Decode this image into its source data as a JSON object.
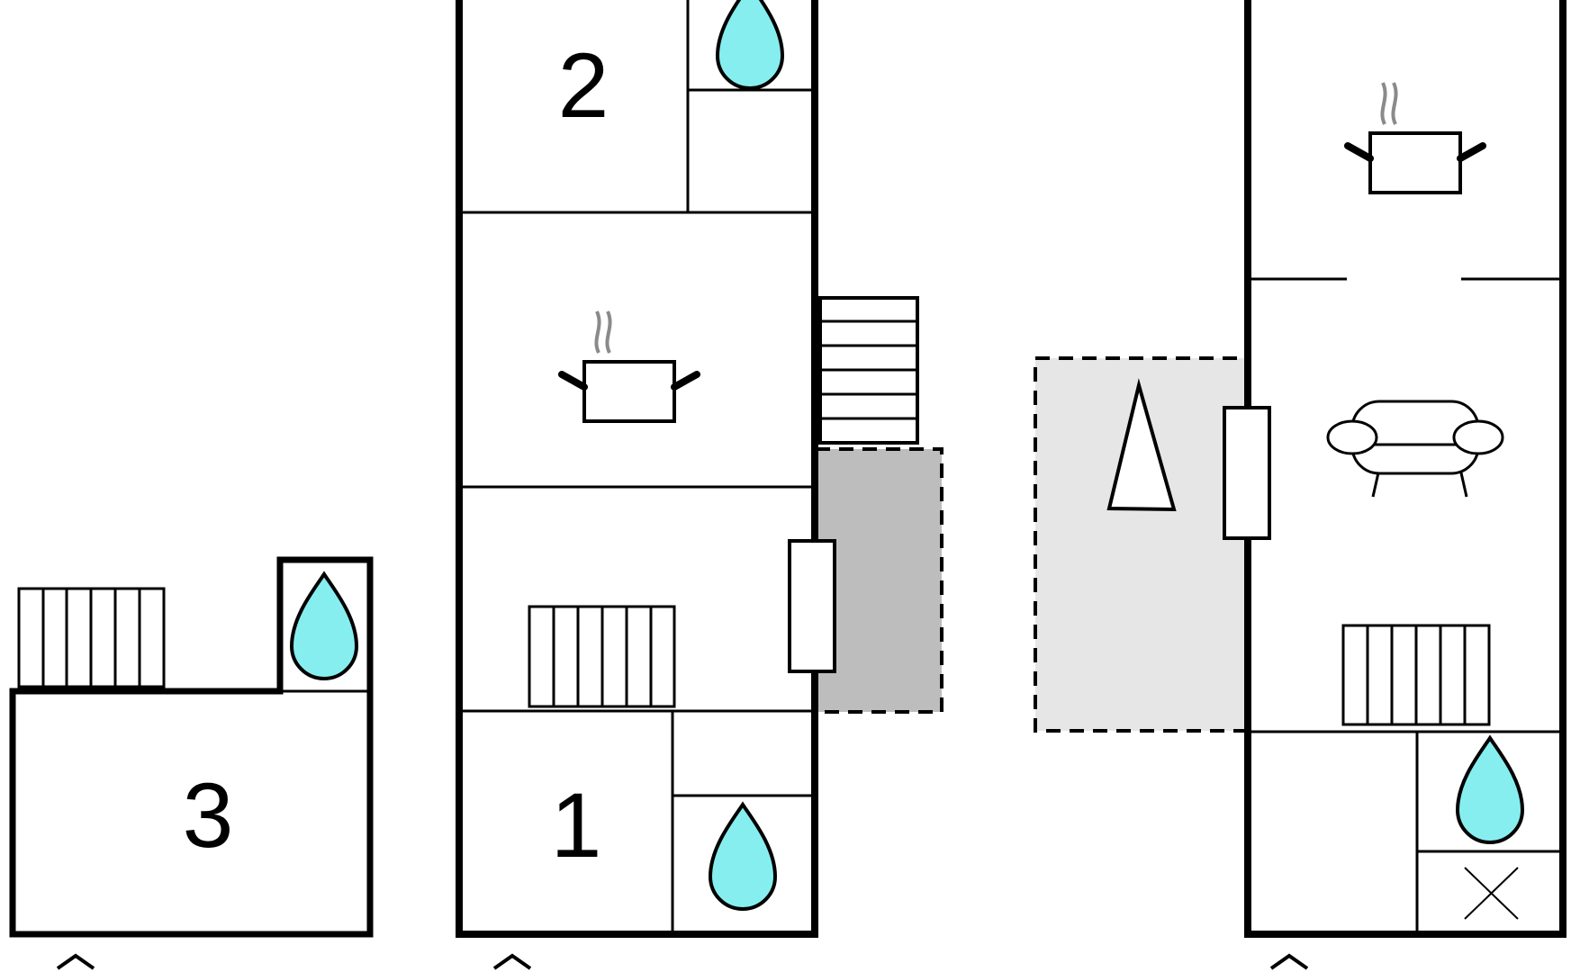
{
  "rooms": [
    {
      "number": "3"
    },
    {
      "number": "2"
    },
    {
      "number": "1"
    }
  ],
  "icons": [
    "water-drop-icon",
    "cooking-pot-icon",
    "radiator-icon",
    "stairs-icon",
    "door-icon",
    "sofa-icon",
    "tent-icon",
    "cross-icon",
    "house-marker-icon"
  ],
  "colors": {
    "wall": "#000000",
    "water": "#87eef0",
    "terrace_dark": "#bdbdbd",
    "terrace_light": "#e6e6e6",
    "steam": "#8a8a8a"
  }
}
